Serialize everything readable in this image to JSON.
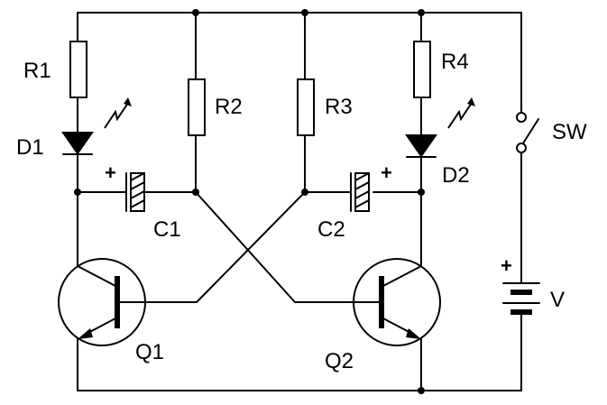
{
  "labels": {
    "r1": "R1",
    "r2": "R2",
    "r3": "R3",
    "r4": "R4",
    "d1": "D1",
    "d2": "D2",
    "c1": "C1",
    "c2": "C2",
    "q1": "Q1",
    "q2": "Q2",
    "sw": "SW",
    "v": "V",
    "plus": "+"
  },
  "icons": [
    "led-light-emission-icon",
    "npn-transistor-icon",
    "battery-icon",
    "switch-icon"
  ]
}
